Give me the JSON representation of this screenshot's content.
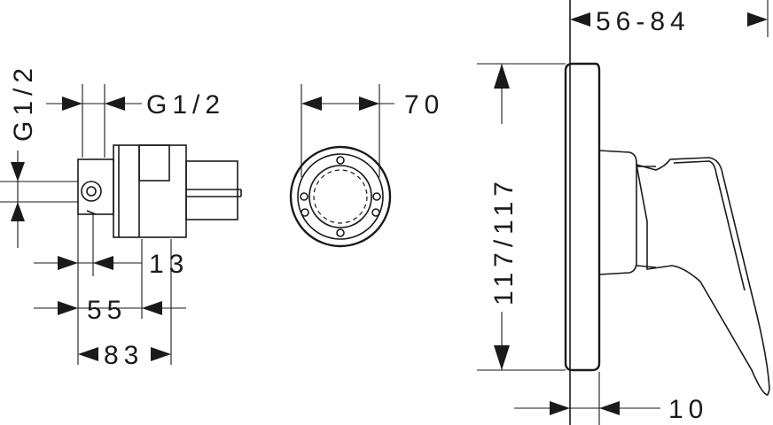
{
  "dimensions": {
    "inlet_vertical": "G1/2",
    "inlet_horizontal": "G1/2",
    "rosette_diameter": "70",
    "offset_13": "13",
    "depth_55": "55",
    "depth_83": "83",
    "projection": "56-84",
    "rosette_height": "117/117",
    "plate_thickness": "10"
  },
  "colors": {
    "line": "#1a1a1a",
    "background": "#ffffff"
  }
}
